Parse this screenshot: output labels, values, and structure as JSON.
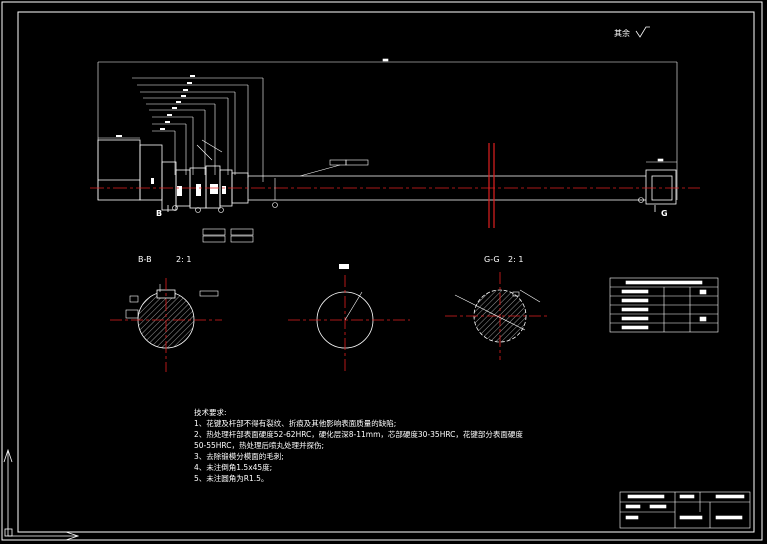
{
  "drawing": {
    "roughness_label": "其余",
    "section_bb": {
      "name": "B-B",
      "scale": "2: 1"
    },
    "section_gg": {
      "name": "G-G",
      "scale": "2: 1"
    },
    "mark_b": "B",
    "mark_g": "G"
  },
  "tech_requirements": {
    "title": "技术要求:",
    "items": [
      "1、花键及杆部不得有裂纹、折痕及其他影响表面质量的缺陷;",
      "2、热处理杆部表面硬度52-62HRC，硬化层深8-11mm，芯部硬度30-35HRC，花键部分表面硬度",
      "50-55HRC，热处理后喷丸处理并探伤;",
      "3、去除锻模分模面的毛刺;",
      "4、未注倒角1.5x45度;",
      "5、未注圆角为R1.5。"
    ]
  },
  "colors": {
    "line": "#ffffff",
    "center": "#e02020",
    "cyan": "#00ffff",
    "green": "#00ff00",
    "bg": "#000000"
  }
}
